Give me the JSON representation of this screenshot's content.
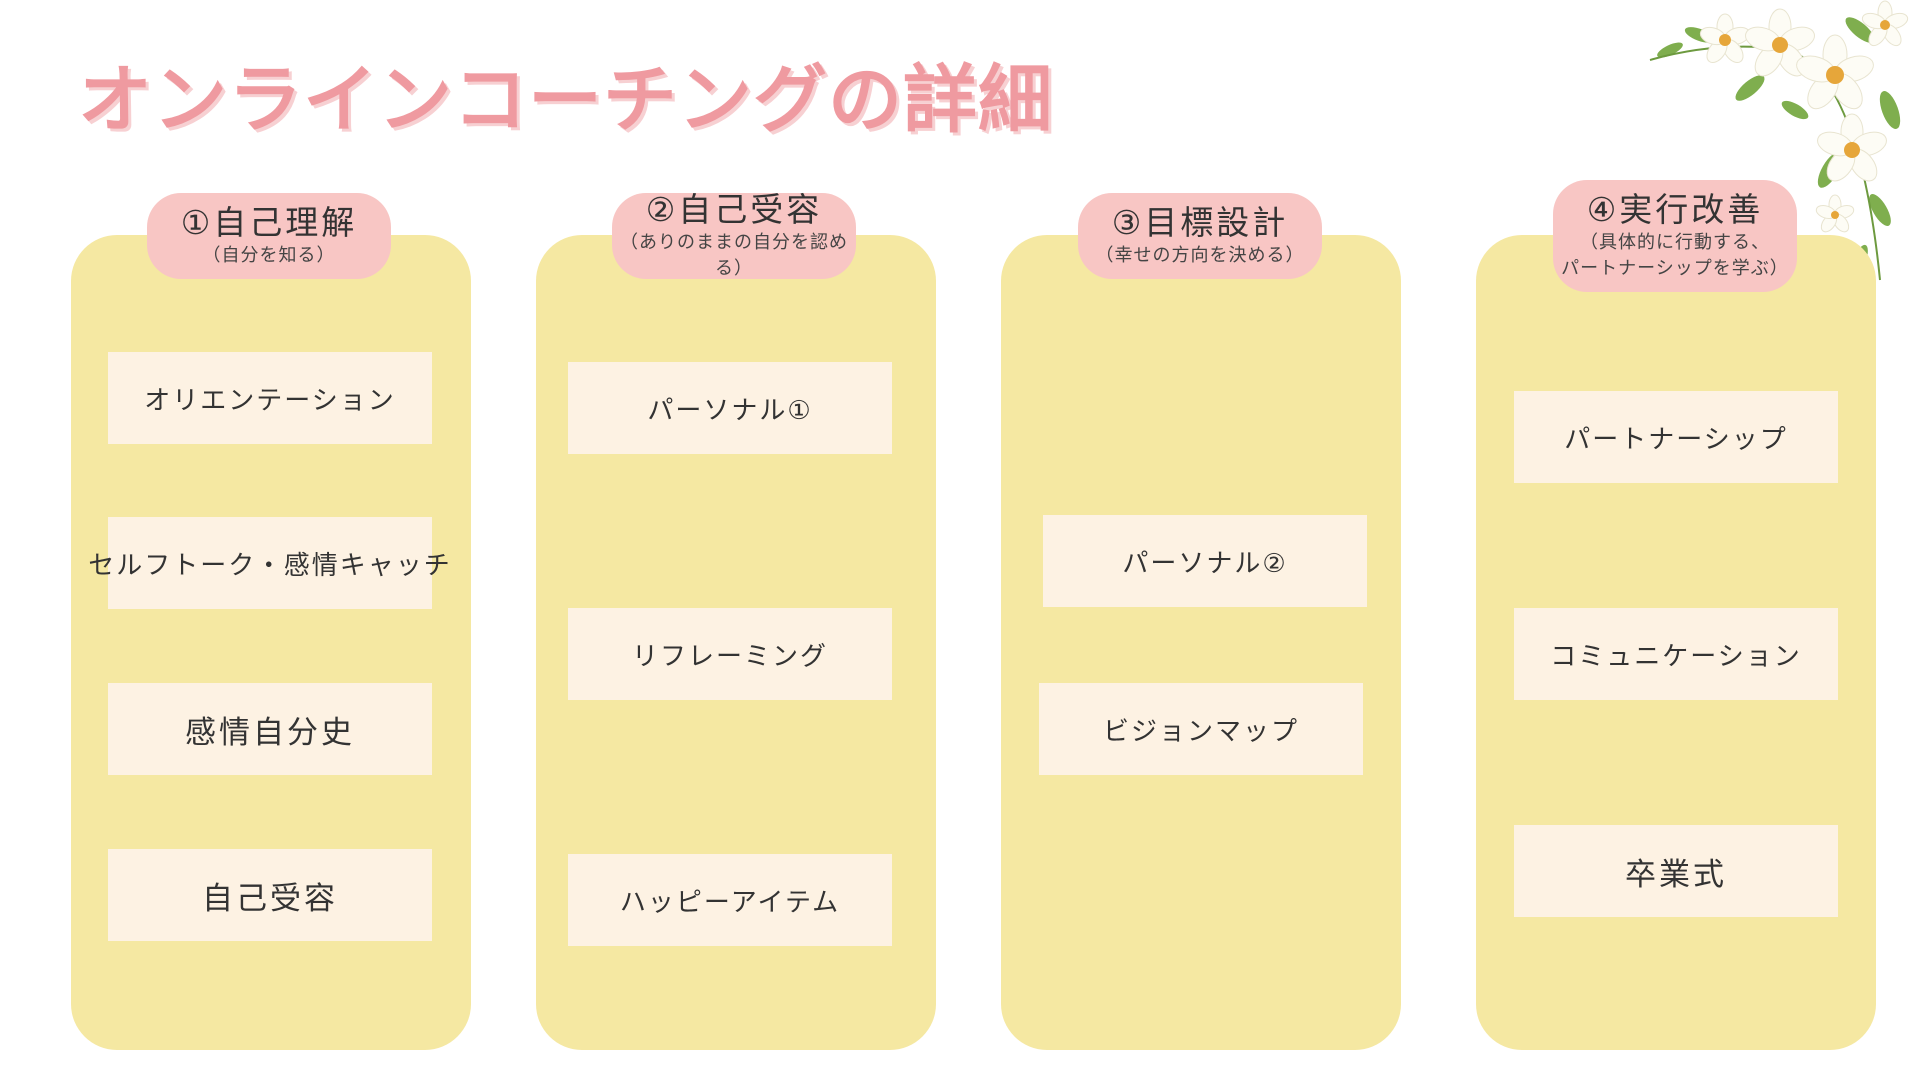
{
  "title": "オンラインコーチングの詳細",
  "steps": [
    {
      "title": "①自己理解",
      "subtitle": "（自分を知る）",
      "items": [
        "オリエンテーション",
        "セルフトーク・感情キャッチ",
        "感情自分史",
        "自己受容"
      ]
    },
    {
      "title": "②自己受容",
      "subtitle": "（ありのままの自分を認める）",
      "items": [
        "パーソナル①",
        "リフレーミング",
        "ハッピーアイテム"
      ]
    },
    {
      "title": "③目標設計",
      "subtitle": "（幸せの方向を決める）",
      "items": [
        "パーソナル②",
        "ビジョンマップ"
      ]
    },
    {
      "title": "④実行改善",
      "subtitle": "（具体的に行動する、\nパートナーシップを学ぶ）",
      "items": [
        "パートナーシップ",
        "コミュニケーション",
        "卒業式"
      ]
    }
  ],
  "decoration": {
    "icon": "flower-bouquet-icon",
    "accent": "#ef9aa0",
    "column_bg": "#f5e8a2",
    "card_bg": "#fdf2e3",
    "badge_bg": "#f8c6c4"
  }
}
